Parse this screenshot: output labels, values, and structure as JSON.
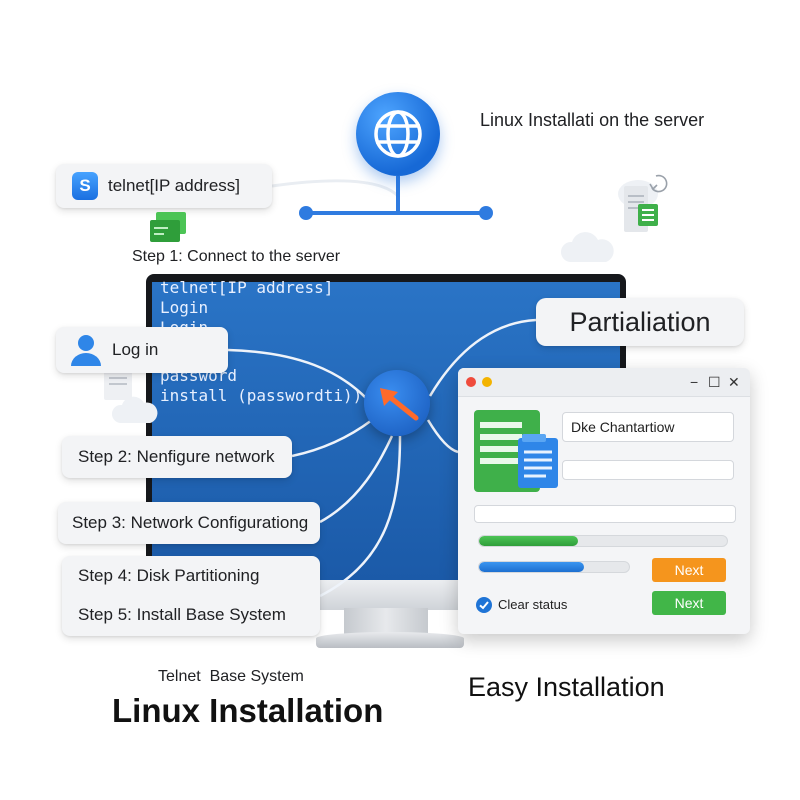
{
  "header": {
    "caption": "Linux Installati on the server"
  },
  "colors": {
    "accent_blue": "#1769d6",
    "screen_blue": "#2168b8",
    "green": "#41b648",
    "orange": "#f5951d"
  },
  "steps": {
    "telnet_pill": "telnet[IP address]",
    "step1": "Step 1: Connect to the server",
    "login": "Log in",
    "step2": "Step 2: Nenfigure network",
    "step3": "Step 3: Network Configurationg",
    "step4": "Step 4: Disk Partitioning",
    "step5": "Step 5: Install Base System"
  },
  "terminal": {
    "lines": [
      "telnet[IP address]",
      "Login",
      "Login",
      "password",
      "install (passwordti))"
    ]
  },
  "partition_label": "Partialiation",
  "dialog": {
    "name_field_value": "Dke Chantartiow",
    "progress_green": 0.4,
    "progress_blue": 0.7,
    "button_orange_label": "Next",
    "button_green_label": "Next",
    "status_label": "Clear status",
    "min_glyph": "−",
    "max_glyph": "☐",
    "close_glyph": "✕"
  },
  "footer": {
    "subtitle": "Telnet  Base System",
    "title": "Linux Installation",
    "right_title": "Easy Installation"
  },
  "icons": [
    "globe-icon",
    "s-app-icon",
    "user-icon",
    "document-icon",
    "cloud-icon",
    "arrow-cursor-icon",
    "check-circle-icon",
    "refresh-icon"
  ]
}
